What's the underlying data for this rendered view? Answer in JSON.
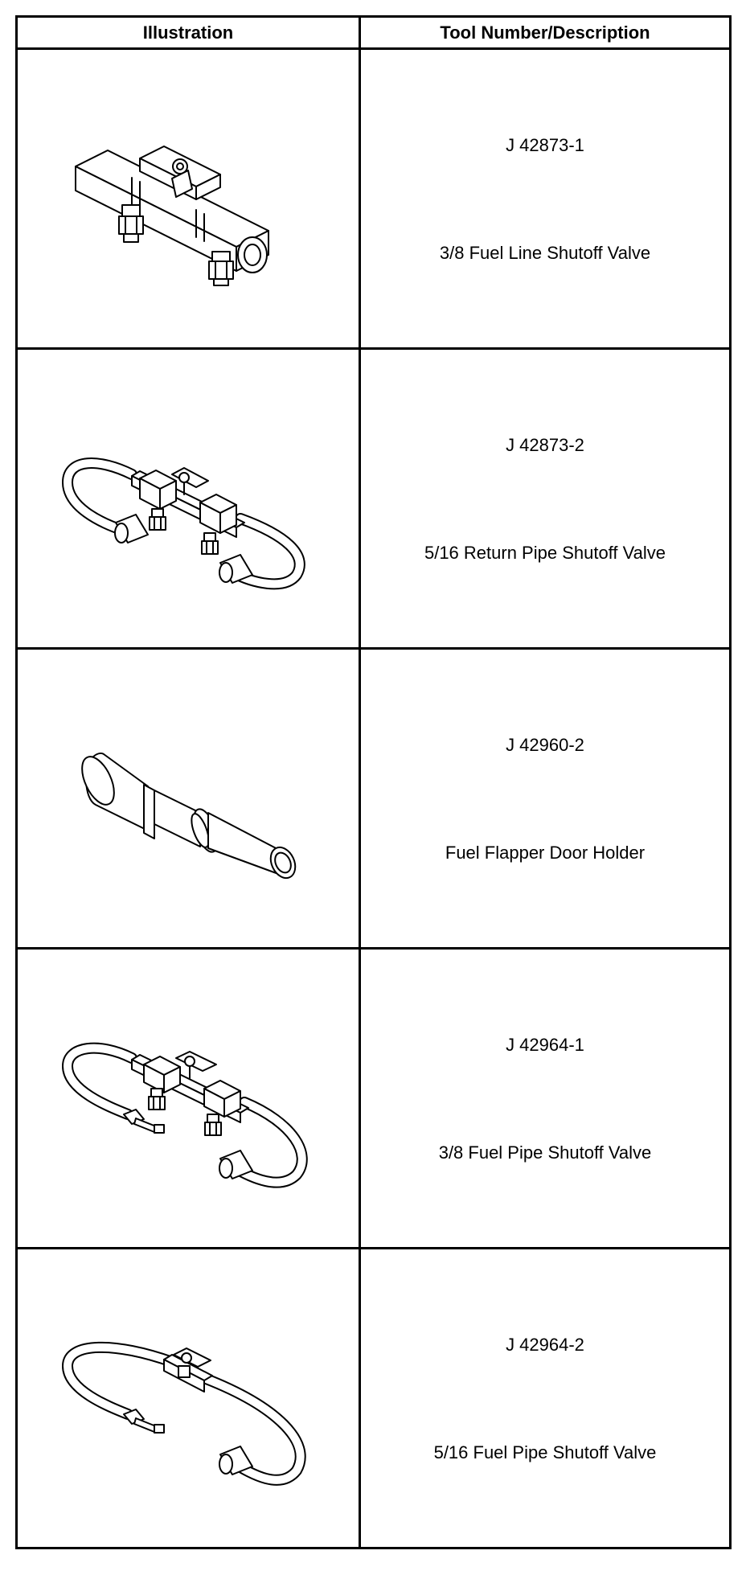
{
  "table": {
    "headers": {
      "illustration": "Illustration",
      "tool": "Tool Number/Description"
    },
    "rows": [
      {
        "tool_number": "J 42873-1",
        "description": "3/8 Fuel Line Shutoff Valve",
        "icon": "shutoff-valve-illustration"
      },
      {
        "tool_number": "J 42873-2",
        "description": "5/16 Return Pipe Shutoff Valve",
        "icon": "return-pipe-shutoff-valve-illustration"
      },
      {
        "tool_number": "J 42960-2",
        "description": "Fuel Flapper Door Holder",
        "icon": "flapper-door-holder-illustration"
      },
      {
        "tool_number": "J 42964-1",
        "description": "3/8 Fuel Pipe Shutoff Valve",
        "icon": "fuel-pipe-shutoff-valve-illustration"
      },
      {
        "tool_number": "J 42964-2",
        "description": "5/16 Fuel Pipe Shutoff Valve",
        "icon": "fuel-pipe-shutoff-valve-small-illustration"
      }
    ]
  },
  "colors": {
    "line": "#000000",
    "background": "#ffffff"
  }
}
